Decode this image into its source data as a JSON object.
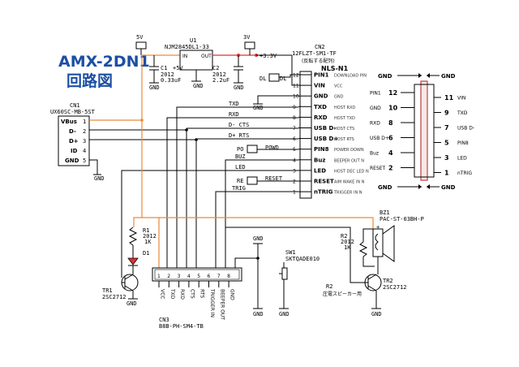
{
  "title": {
    "line1": "AMX-2DN1",
    "line2": "回路図"
  },
  "cn1": {
    "ref": "CN1",
    "part": "UX60SC-MB-5ST",
    "pins": [
      {
        "label": "VBus",
        "num": "1"
      },
      {
        "label": "D-",
        "num": "2"
      },
      {
        "label": "D+",
        "num": "3"
      },
      {
        "label": "ID",
        "num": "4"
      },
      {
        "label": "GND",
        "num": "5"
      }
    ],
    "gnd": "GND"
  },
  "power": {
    "v5": "5V",
    "v3": "3V",
    "v33": "+3.3V",
    "u1_ref": "U1",
    "u1_part": "NJM2845DL1-33",
    "u1_in": "IN",
    "u1_out": "OUT",
    "c1": [
      "C1",
      "+5V",
      "2012",
      "0.33uF"
    ],
    "c2": [
      "C2",
      "2012",
      "2.2uF"
    ],
    "gnd_labels": [
      "GND",
      "GND",
      "GND"
    ]
  },
  "cn2": {
    "ref": "CN2",
    "part": "12FLZT-SM1-TF",
    "sub": "(反転する配列)",
    "title": "NLS-N1",
    "pins": [
      {
        "num": "12",
        "label": "PIN1",
        "desc": "DOWNLOAD PIN"
      },
      {
        "num": "11",
        "label": "VIN",
        "desc": "VCC"
      },
      {
        "num": "10",
        "label": "GND",
        "desc": "GND"
      },
      {
        "num": "9",
        "label": "TXD",
        "desc": "HOST RXD"
      },
      {
        "num": "8",
        "label": "RXD",
        "desc": "HOST TXD"
      },
      {
        "num": "7",
        "label": "USB D-",
        "desc": "HOST CTS"
      },
      {
        "num": "6",
        "label": "USB D+",
        "desc": "HOST RTS"
      },
      {
        "num": "5",
        "label": "PIN8",
        "desc": "POWER DOWN"
      },
      {
        "num": "4",
        "label": "Buz",
        "desc": "BEEPER OUT N"
      },
      {
        "num": "3",
        "label": "LED",
        "desc": "HOST DEC LED N"
      },
      {
        "num": "2",
        "label": "RESET",
        "desc": "AIM WAKE IN N"
      },
      {
        "num": "1",
        "label": "nTRIG",
        "desc": "TRIGGER IN N"
      }
    ]
  },
  "nets": [
    "TXD",
    "RXD",
    "D- CTS",
    "D+ RTS",
    "POWD",
    "BUZ",
    "LED",
    "RESET",
    "TRIG",
    "DL"
  ],
  "net_prefix": {
    "po": "PO",
    "re": "RE"
  },
  "fpc": {
    "left": [
      {
        "num": "12",
        "label": "PIN1"
      },
      {
        "num": "10",
        "label": "GND"
      },
      {
        "num": "8",
        "label": "RXD"
      },
      {
        "num": "6",
        "label": "USB D+"
      },
      {
        "num": "4",
        "label": "Buz"
      },
      {
        "num": "2",
        "label": "RESET"
      }
    ],
    "right": [
      {
        "num": "11",
        "label": "VIN"
      },
      {
        "num": "9",
        "label": "TXD"
      },
      {
        "num": "7",
        "label": "USB D-"
      },
      {
        "num": "5",
        "label": "PIN8"
      },
      {
        "num": "3",
        "label": "LED"
      },
      {
        "num": "1",
        "label": "nTRIG"
      }
    ],
    "gnd": "GND"
  },
  "r1": [
    "R1",
    "2012",
    "1K"
  ],
  "d1": "D1",
  "tr1": [
    "TR1",
    "2SC2712"
  ],
  "cn3": {
    "ref": "CN3",
    "part": "B8B-PH-SM4-TB",
    "pins": [
      "1",
      "2",
      "3",
      "4",
      "5",
      "6",
      "7",
      "8"
    ],
    "labels": [
      "VCC",
      "TXD",
      "RXD",
      "CTS",
      "RTS",
      "TRIGGER IN",
      "BEEPER OUT",
      "GND"
    ]
  },
  "sw1": [
    "SW1",
    "SKTQADE010"
  ],
  "gnd_label": "GND",
  "bz1": [
    "BZ1",
    "PAC-ST-03BH-P",
    "+"
  ],
  "r2": [
    "R2",
    "2012",
    "1K"
  ],
  "r2_note": [
    "R2",
    "圧電スピーカー用"
  ],
  "tr2": [
    "TR2",
    "2SC2712"
  ]
}
